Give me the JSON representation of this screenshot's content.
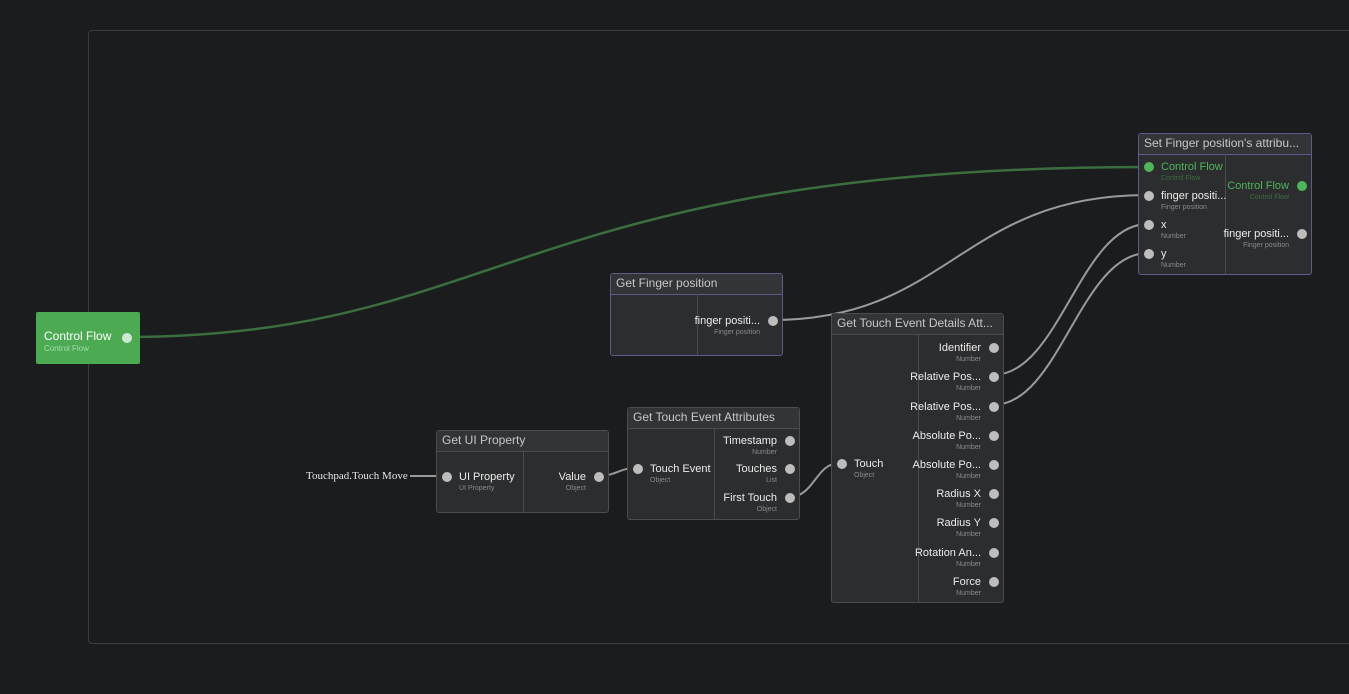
{
  "colors": {
    "background": "#1b1c1e",
    "node_fill": "#2c2d2f",
    "control_flow_green": "#4caa53",
    "wire_gray": "#9a9a9a",
    "wire_green": "#3b6e3f"
  },
  "input_label": "Touchpad.Touch Move",
  "control_flow_node": {
    "name": "Control Flow",
    "type": "Control Flow"
  },
  "get_finger_position": {
    "title": "Get Finger position",
    "outputs": [
      {
        "name": "finger positi...",
        "type": "Finger position"
      }
    ]
  },
  "set_finger_position": {
    "title": "Set Finger position's attribu...",
    "inputs": [
      {
        "name": "Control Flow",
        "type": "Control Flow"
      },
      {
        "name": "finger positi...",
        "type": "Finger position"
      },
      {
        "name": "x",
        "type": "Number"
      },
      {
        "name": "y",
        "type": "Number"
      }
    ],
    "outputs": [
      {
        "name": "Control Flow",
        "type": "Control Flow"
      },
      {
        "name": "finger positi...",
        "type": "Finger position"
      }
    ]
  },
  "get_ui_property": {
    "title": "Get UI Property",
    "inputs": [
      {
        "name": "UI Property",
        "type": "UI Property"
      }
    ],
    "outputs": [
      {
        "name": "Value",
        "type": "Object"
      }
    ]
  },
  "get_touch_event_attributes": {
    "title": "Get Touch Event Attributes",
    "inputs": [
      {
        "name": "Touch Event",
        "type": "Object"
      }
    ],
    "outputs": [
      {
        "name": "Timestamp",
        "type": "Number"
      },
      {
        "name": "Touches",
        "type": "List"
      },
      {
        "name": "First Touch",
        "type": "Object"
      }
    ]
  },
  "get_touch_event_details": {
    "title": "Get Touch Event Details Att...",
    "inputs": [
      {
        "name": "Touch",
        "type": "Object"
      }
    ],
    "outputs": [
      {
        "name": "Identifier",
        "type": "Number"
      },
      {
        "name": "Relative Pos...",
        "type": "Number"
      },
      {
        "name": "Relative Pos...",
        "type": "Number"
      },
      {
        "name": "Absolute Po...",
        "type": "Number"
      },
      {
        "name": "Absolute Po...",
        "type": "Number"
      },
      {
        "name": "Radius X",
        "type": "Number"
      },
      {
        "name": "Radius Y",
        "type": "Number"
      },
      {
        "name": "Rotation An...",
        "type": "Number"
      },
      {
        "name": "Force",
        "type": "Number"
      }
    ]
  }
}
